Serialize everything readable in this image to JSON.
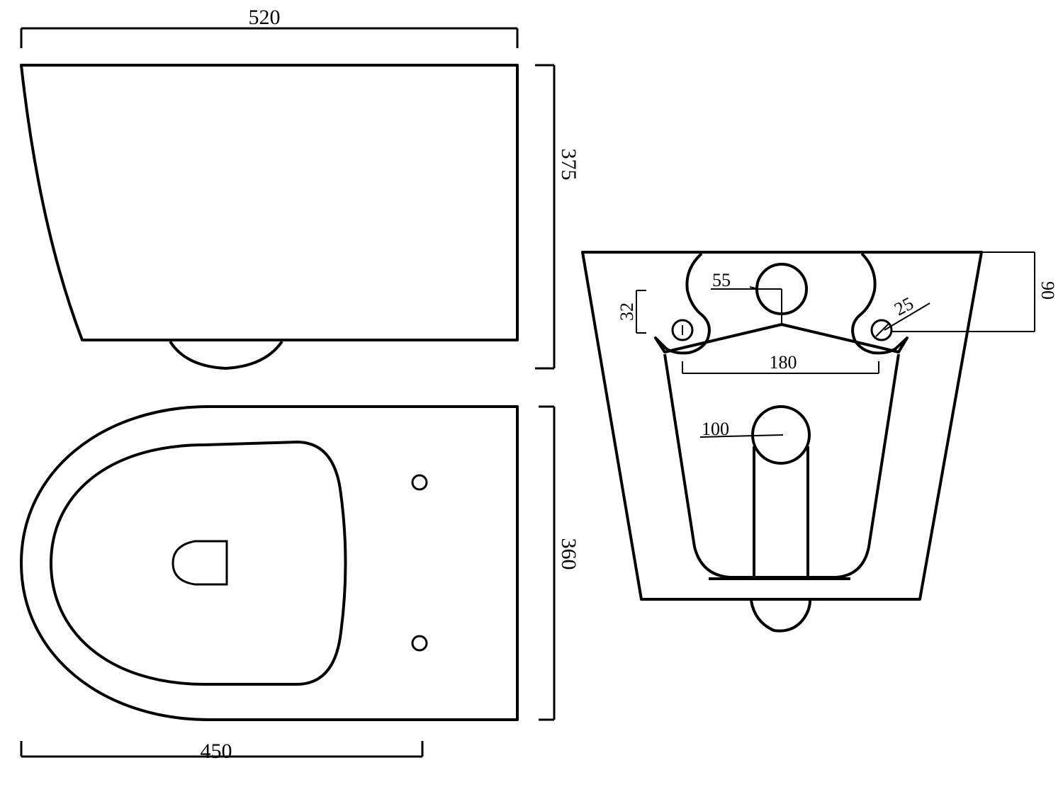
{
  "dimensions": {
    "side_length": "520",
    "side_height": "375",
    "top_length": "450",
    "top_width": "360",
    "outlet_diameter": "100",
    "inlet_diameter": "55",
    "bolt_spacing": "180",
    "bolt_hole_diameter": "25",
    "inlet_height": "90",
    "bolt_offset": "32"
  }
}
